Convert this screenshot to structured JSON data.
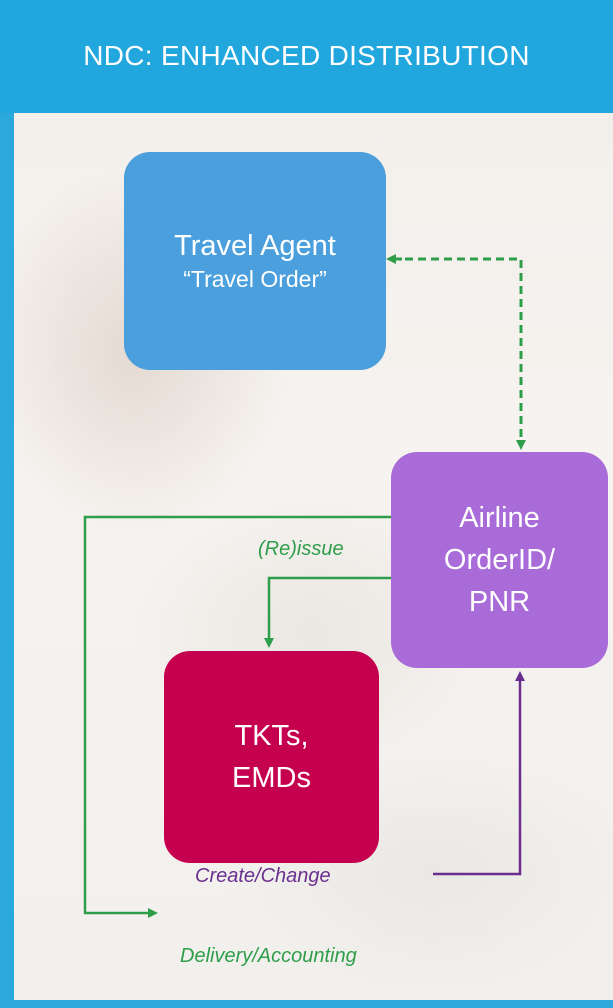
{
  "header": {
    "title": "NDC: ENHANCED DISTRIBUTION"
  },
  "boxes": {
    "travel_agent": {
      "line1": "Travel Agent",
      "line2": "“Travel Order”"
    },
    "airline": {
      "line1": "Airline",
      "line2": "OrderID/",
      "line3": "PNR"
    },
    "tickets": {
      "line1": "TKTs,",
      "line2": "EMDs"
    }
  },
  "labels": {
    "reissue": "(Re)issue",
    "create_change": "Create/Change",
    "delivery_accounting": "Delivery/Accounting"
  },
  "colors": {
    "header_blue": "#21a6de",
    "agent_box": "#4b9fdc",
    "airline_box": "#a86bd8",
    "tickets_box": "#c4004f",
    "green_arrow": "#2e9e4a",
    "purple_arrow": "#6a2e8e"
  }
}
